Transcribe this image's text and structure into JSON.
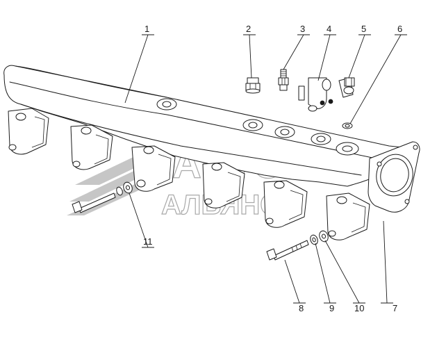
{
  "callouts": {
    "c1": "1",
    "c2": "2",
    "c3": "3",
    "c4": "4",
    "c5": "5",
    "c6": "6",
    "c7": "7",
    "c8": "8",
    "c9": "9",
    "c10": "10",
    "c11": "11"
  },
  "watermark": {
    "line1": "АВТО",
    "line2": "АЛЬЯНС"
  },
  "colors": {
    "ink": "#1a1a1a",
    "watermark": "#9a9a9a",
    "background": "#ffffff"
  }
}
